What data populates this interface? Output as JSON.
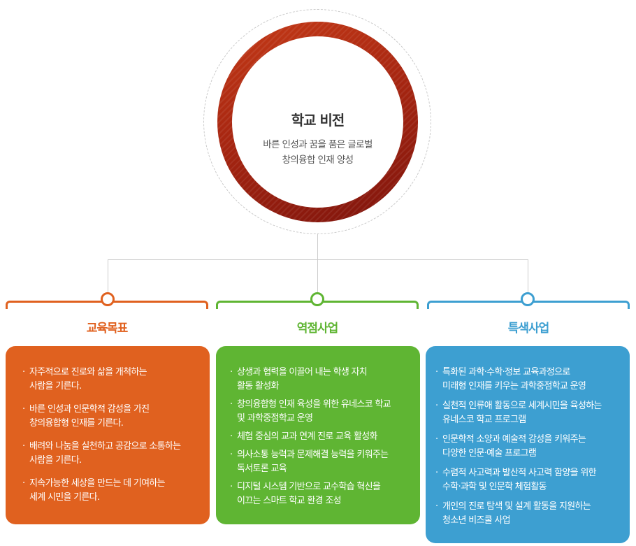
{
  "colors": {
    "vision_ring": "#a72611",
    "goals": "#e0611f",
    "projects": "#5fb533",
    "special": "#3d9fd1",
    "connector": "#cccccc"
  },
  "vision": {
    "title": "학교 비전",
    "lines": [
      "바른 인성과 꿈을 품은 글로벌",
      "창의융합 인재 양성"
    ]
  },
  "columns": [
    {
      "title": "교육목표",
      "bullet": "·",
      "items": [
        [
          "자주적으로 진로와 삶을 개척하는",
          "사람을 기른다."
        ],
        [
          "바른 인성과 인문학적 감성을 가진",
          "창의융합형 인재를 기른다."
        ],
        [
          "배려와 나눔을 실천하고 공감으로 소통하는",
          "사람을 기른다."
        ],
        [
          "지속가능한 세상을 만드는 데 기여하는",
          "세계 시민을 기른다."
        ]
      ]
    },
    {
      "title": "역점사업",
      "bullet": "·",
      "items": [
        [
          "상생과 협력을 이끌어 내는 학생 자치",
          "활동 활성화"
        ],
        [
          "창의융합형 인재 육성을 위한 유네스코 학교",
          "및 과학중점학교 운영"
        ],
        [
          "체험 중심의 교과 연계 진로 교육 활성화"
        ],
        [
          "의사소통 능력과 문제해결 능력을 키워주는",
          "독서토론 교육"
        ],
        [
          "디지털 시스템 기반으로 교수학습 혁신을",
          "이끄는 스마트 학교 환경 조성"
        ]
      ]
    },
    {
      "title": "특색사업",
      "bullet": "·",
      "items": [
        [
          "특화된 과학·수학·정보 교육과정으로",
          "미래형 인재를 키우는 과학중점학교 운영"
        ],
        [
          "실천적 인류애 활동으로 세계시민을 육성하는",
          "유네스코 학교 프로그램"
        ],
        [
          "인문학적 소양과 예술적 감성을 키워주는",
          "다양한 인문·예술 프로그램"
        ],
        [
          "수렴적 사고력과 발산적 사고력 함양을 위한",
          "수학·과학 및 인문학 체험활동"
        ],
        [
          "개인의 진로 탐색 및 설계 활동을 지원하는",
          "청소년 비즈쿨 사업"
        ]
      ]
    }
  ]
}
